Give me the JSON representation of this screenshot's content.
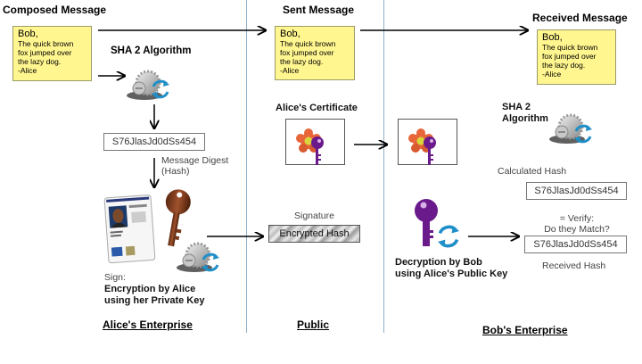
{
  "columns": {
    "composed_title": "Composed Message",
    "sent_title": "Sent Message",
    "received_title": "Received Message"
  },
  "message": {
    "greeting": "Bob,",
    "body": "The quick brown\nfox jumped over\nthe lazy dog.\n-Alice"
  },
  "alice": {
    "algorithm_label": "SHA 2 Algorithm",
    "hash_value": "S76JlasJd0dSs454",
    "digest_label_line1": "Message Digest",
    "digest_label_line2": "(Hash)",
    "sign_label": "Sign:",
    "encryption_line1": "Encryption by Alice",
    "encryption_line2": "using her Private Key",
    "zone_label": "Alice's Enterprise"
  },
  "public": {
    "certificate_label": "Alice's Certificate",
    "signature_label": "Signature",
    "encrypted_hash": "Encrypted Hash",
    "zone_label": "Public"
  },
  "bob": {
    "algorithm_line1": "SHA 2",
    "algorithm_line2": "Algorithm",
    "calculated_hash_label": "Calculated Hash",
    "calculated_hash_value": "S76JlasJd0dSs454",
    "verify_line1": "= Verify:",
    "verify_line2": "Do they Match?",
    "received_hash_value": "S76JlasJd0dSs454",
    "received_hash_label": "Received Hash",
    "decryption_line1": "Decryption  by Bob",
    "decryption_line2": "using Alice's Public Key",
    "zone_label": "Bob's Enterprise"
  },
  "colors": {
    "note_fill": "#fff68f",
    "divider": "#8fb0c8",
    "cycle_arrow": "#1f8fc8",
    "private_key": "#7a3a1a",
    "public_key": "#6a1a8a"
  }
}
